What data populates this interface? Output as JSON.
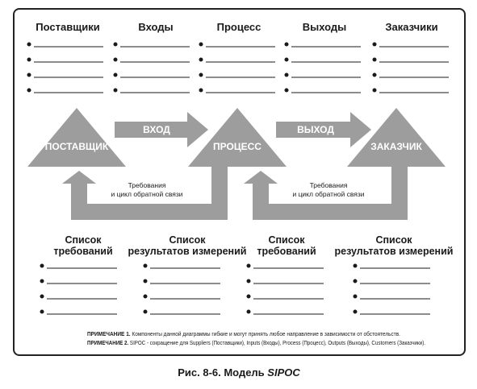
{
  "headers": [
    "Поставщики",
    "Входы",
    "Процесс",
    "Выходы",
    "Заказчики"
  ],
  "shapes": {
    "supplier": "ПОСТАВЩИК",
    "process": "ПРОЦЕСС",
    "customer": "ЗАКАЗЧИК",
    "input_arrow": "ВХОД",
    "output_arrow": "ВЫХОД"
  },
  "feedback": {
    "left": [
      "Требования",
      "и цикл обратной связи"
    ],
    "right": [
      "Требования",
      "и цикл обратной связи"
    ]
  },
  "lists": [
    {
      "lines": [
        "Список",
        "требований"
      ]
    },
    {
      "lines": [
        "Список",
        "результатов измерений"
      ]
    },
    {
      "lines": [
        "Список",
        "требований"
      ]
    },
    {
      "lines": [
        "Список",
        "результатов измерений"
      ]
    }
  ],
  "notes": [
    {
      "label": "ПРИМЕЧАНИЕ 1.",
      "text": " Компоненты данной диаграммы гибкие и могут принять любое направление в зависимости от обстоятельств."
    },
    {
      "label": "ПРИМЕЧАНИЕ 2.",
      "text": " SIPOC - сокращение для Suppliers (Поставщики), Inputs (Входы), Process (Процесс), Outputs (Выходы), Customers (Заказчики)."
    }
  ],
  "caption": {
    "prefix": "Рис. 8-6. Модель ",
    "italic": "SIPOC"
  },
  "colors": {
    "shape": "#9d9d9d",
    "frame": "#222222"
  }
}
